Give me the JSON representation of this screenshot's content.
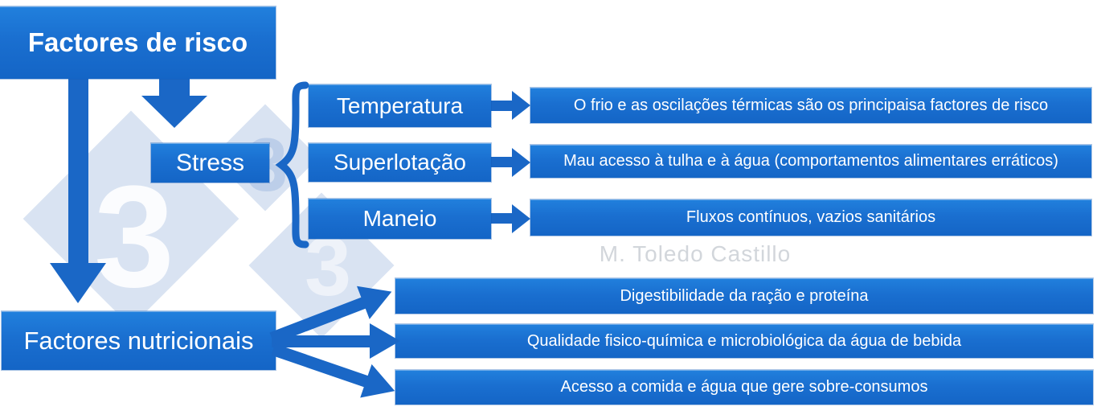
{
  "header": {
    "title": "Factores de risco"
  },
  "stress_branch": {
    "label": "Stress",
    "rows": [
      {
        "label": "Temperatura",
        "description": "O frio e as oscilações térmicas são os principaisa factores de risco"
      },
      {
        "label": "Superlotação",
        "description": "Mau acesso à tulha e à água (comportamentos alimentares erráticos)"
      },
      {
        "label": "Maneio",
        "description": "Fluxos contínuos, vazios sanitários"
      }
    ]
  },
  "nutritional_branch": {
    "label": "Factores nutricionais",
    "rows": [
      {
        "description": "Digestibilidade da ração e proteína"
      },
      {
        "description": "Qualidade fisico-química e microbiológica da água de bebida"
      },
      {
        "description": "Acesso a comida e água que gere sobre-consumos"
      }
    ]
  },
  "watermark": {
    "author": "M. Toledo Castillo",
    "logo_digit": "3"
  },
  "colors": {
    "box_blue": "#1a6fd0",
    "arrow_blue": "#1a67c6",
    "diamond": "#d9e3f2",
    "watermark_text": "#d2d6db"
  }
}
